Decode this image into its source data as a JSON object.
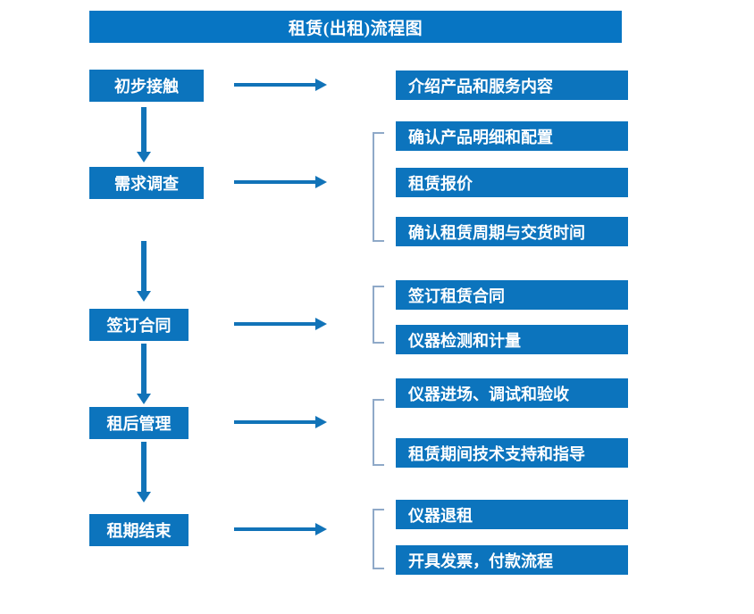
{
  "diagram": {
    "title": "租赁(出租)流程图",
    "colors": {
      "box_fill": "#0c74bd",
      "title_fill": "#0775c3",
      "arrow": "#1173b8",
      "bracket": "#8fa9c8",
      "text": "#ffffff",
      "background": "#ffffff"
    },
    "stages": [
      {
        "label": "初步接触",
        "outputs": [
          "介绍产品和服务内容"
        ],
        "has_bracket": false,
        "connector_to_next": "down-arrow"
      },
      {
        "label": "需求调查",
        "outputs": [
          "确认产品明细和配置",
          "租赁报价",
          "确认租赁周期与交货时间"
        ],
        "has_bracket": true,
        "connector_to_next": "down-arrow"
      },
      {
        "label": "签订合同",
        "outputs": [
          "签订租赁合同",
          "仪器检测和计量"
        ],
        "has_bracket": true,
        "connector_to_next": "down-arrow"
      },
      {
        "label": "租后管理",
        "outputs": [
          "仪器进场、调试和验收",
          "租赁期间技术支持和指导"
        ],
        "has_bracket": true,
        "connector_to_next": "down-arrow"
      },
      {
        "label": "租期结束",
        "outputs": [
          "仪器退租",
          "开具发票，付款流程"
        ],
        "has_bracket": true,
        "connector_to_next": null
      }
    ]
  }
}
